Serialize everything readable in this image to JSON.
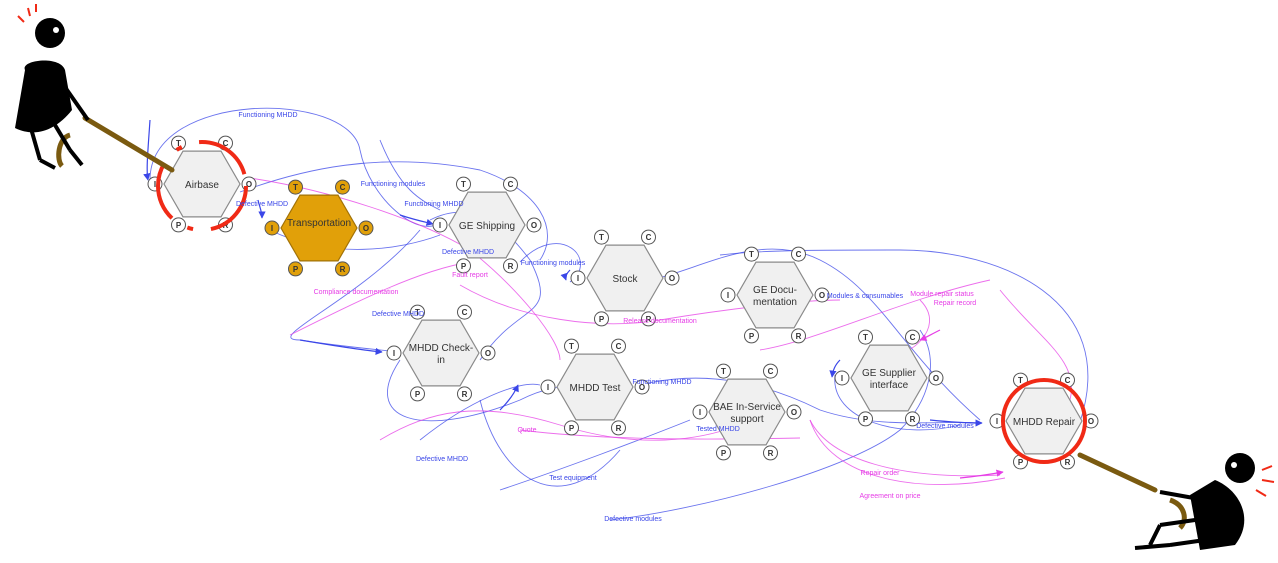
{
  "colors": {
    "input_flow": "#3a46e8",
    "output_flow": "#e63de6",
    "highlight_ring": "#f02a16",
    "active_module": "#e1a009",
    "module_fill": "#f0f0f0",
    "module_stroke": "#8a8a8a",
    "rope": "#7a5a10"
  },
  "modules": [
    {
      "id": "airbase",
      "label": "Airbase",
      "active": false,
      "ring": "dashed"
    },
    {
      "id": "transportation",
      "label": "Transportation",
      "active": true
    },
    {
      "id": "ge-shipping",
      "label": "GE Shipping",
      "active": false
    },
    {
      "id": "stock",
      "label": "Stock",
      "active": false
    },
    {
      "id": "ge-documentation",
      "label": "GE Docu- mentation",
      "active": false
    },
    {
      "id": "mhdd-check-in",
      "label": "MHDD Check- in",
      "active": false
    },
    {
      "id": "mhdd-test",
      "label": "MHDD Test",
      "active": false
    },
    {
      "id": "bae-in-service-support",
      "label": "BAE In-Service support",
      "active": false
    },
    {
      "id": "ge-supplier-interface",
      "label": "GE Supplier interface",
      "active": false
    },
    {
      "id": "mhdd-repair",
      "label": "MHDD Repair",
      "active": false,
      "ring": "solid"
    }
  ],
  "port_letters": {
    "time": "T",
    "control": "C",
    "input": "I",
    "output": "O",
    "precondition": "P",
    "resource": "R"
  },
  "flow_labels": {
    "blue": [
      "Functioning MHDD",
      "Functioning modules",
      "Defective MHDD",
      "Functioning MHDD",
      "Defective MHDD",
      "Functioning modules",
      "Defective MHDD",
      "Modules & consumables",
      "Functioning MHDD",
      "Tested MHDD",
      "Defective modules",
      "Defective MHDD",
      "Test equipment",
      "Defective modules"
    ],
    "magenta": [
      "Fault report",
      "Compliance documentation",
      "Release documentation",
      "Module repair status",
      "Repair record",
      "Quote",
      "Repair order",
      "Agreement on price"
    ]
  },
  "figures": [
    {
      "id": "left-person",
      "side": "left",
      "icon": "stick-figure-pulling-rope"
    },
    {
      "id": "right-person",
      "side": "right",
      "icon": "stick-figure-pulling-rope"
    }
  ]
}
